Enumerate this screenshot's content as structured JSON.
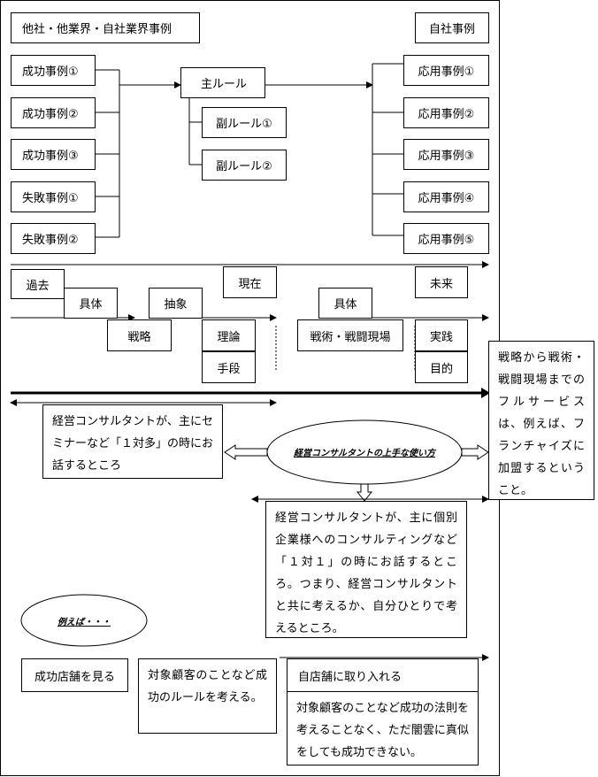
{
  "header": {
    "left": "他社・他業界・自社業界事例",
    "right": "自社事例"
  },
  "cases": [
    "成功事例①",
    "成功事例②",
    "成功事例③",
    "失敗事例①",
    "失敗事例②"
  ],
  "rules": {
    "main": "主ルール",
    "sub": [
      "副ルール①",
      "副ルール②"
    ]
  },
  "applications": [
    "応用事例①",
    "応用事例②",
    "応用事例③",
    "応用事例④",
    "応用事例⑤"
  ],
  "timeline": {
    "past": "過去",
    "concrete1": "具体",
    "abstract": "抽象",
    "present": "現在",
    "concrete2": "具体",
    "future": "未来",
    "strategy": "戦略",
    "theory": "理論",
    "means": "手段",
    "tactics": "戦術・戦闘現場",
    "practice": "実践",
    "purpose": "目的"
  },
  "notes": {
    "seminar": "経営コンサルタントが、主にセミナーなど「１対多」の時にお話するところ",
    "full_service": "戦略から戦術・戦闘現場までのフルサービスは、例えば、フランチャイズに加盟するということ。",
    "individual": "経営コンサルタントが、主に個別企業様へのコンサルティングなど「１対１」の時にお話するところ。つまり、経営コンサルタントと共に考えるか、自分ひとりで考えるところ。"
  },
  "oval_main": "経営コンサルタントの上手な使い方",
  "oval_example": "例えば・・・",
  "bottom": {
    "see_store": "成功店舗を見る",
    "think_rule": "対象顧客のことなど成功のルールを考える。",
    "adopt": "自店舗に取り入れる",
    "warning": "対象顧客のことなど成功の法則を考えることなく、ただ闇雲に真似をしても成功できない。"
  }
}
